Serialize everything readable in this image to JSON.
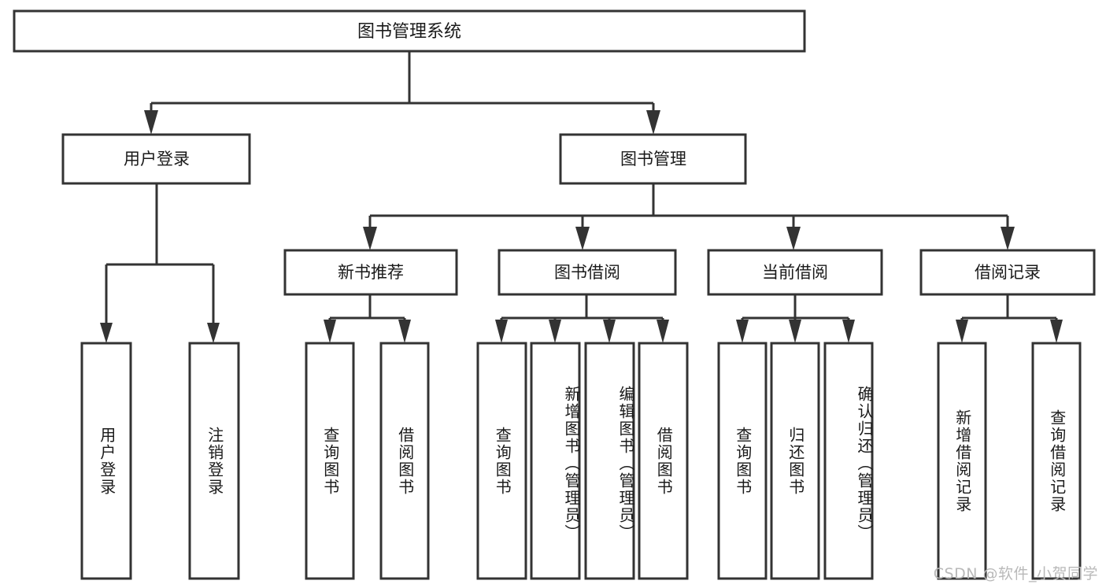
{
  "diagram": {
    "type": "tree-hierarchy",
    "title": "图书管理系统",
    "background_color": "#ffffff",
    "line_color": "#333333",
    "box_fill": "#ffffff",
    "text_color": "#1a1a1a",
    "root": {
      "id": "root",
      "label": "图书管理系统",
      "orientation": "horizontal"
    },
    "level2": [
      {
        "id": "user-login",
        "label": "用户登录",
        "orientation": "horizontal"
      },
      {
        "id": "book-management",
        "label": "图书管理",
        "orientation": "horizontal"
      }
    ],
    "level3": [
      {
        "id": "new-book-recommend",
        "label": "新书推荐",
        "parent": "book-management",
        "orientation": "horizontal"
      },
      {
        "id": "book-borrow",
        "label": "图书借阅",
        "parent": "book-management",
        "orientation": "horizontal"
      },
      {
        "id": "current-borrow",
        "label": "当前借阅",
        "parent": "book-management",
        "orientation": "horizontal"
      },
      {
        "id": "borrow-record",
        "label": "借阅记录",
        "parent": "book-management",
        "orientation": "horizontal"
      }
    ],
    "leaves": [
      {
        "id": "leaf-user-login",
        "label": "用户登录",
        "parent": "user-login",
        "orientation": "vertical"
      },
      {
        "id": "leaf-logout",
        "label": "注销登录",
        "parent": "user-login",
        "orientation": "vertical"
      },
      {
        "id": "leaf-query-book-1",
        "label": "查询图书",
        "parent": "new-book-recommend",
        "orientation": "vertical"
      },
      {
        "id": "leaf-borrow-book-1",
        "label": "借阅图书",
        "parent": "new-book-recommend",
        "orientation": "vertical"
      },
      {
        "id": "leaf-query-book-2",
        "label": "查询图书",
        "parent": "book-borrow",
        "orientation": "vertical"
      },
      {
        "id": "leaf-add-book",
        "label": "新增图书（管理员）",
        "parent": "book-borrow",
        "orientation": "vertical"
      },
      {
        "id": "leaf-edit-book",
        "label": "编辑图书（管理员）",
        "parent": "book-borrow",
        "orientation": "vertical"
      },
      {
        "id": "leaf-borrow-book-2",
        "label": "借阅图书",
        "parent": "book-borrow",
        "orientation": "vertical"
      },
      {
        "id": "leaf-query-book-3",
        "label": "查询图书",
        "parent": "current-borrow",
        "orientation": "vertical"
      },
      {
        "id": "leaf-return-book",
        "label": "归还图书",
        "parent": "current-borrow",
        "orientation": "vertical"
      },
      {
        "id": "leaf-confirm-return",
        "label": "确认归还（管理员）",
        "parent": "current-borrow",
        "orientation": "vertical"
      },
      {
        "id": "leaf-add-record",
        "label": "新增借阅记录",
        "parent": "borrow-record",
        "orientation": "vertical"
      },
      {
        "id": "leaf-query-record",
        "label": "查询借阅记录",
        "parent": "borrow-record",
        "orientation": "vertical"
      }
    ]
  },
  "watermark": {
    "text": "CSDN @软件_小贺同学"
  }
}
